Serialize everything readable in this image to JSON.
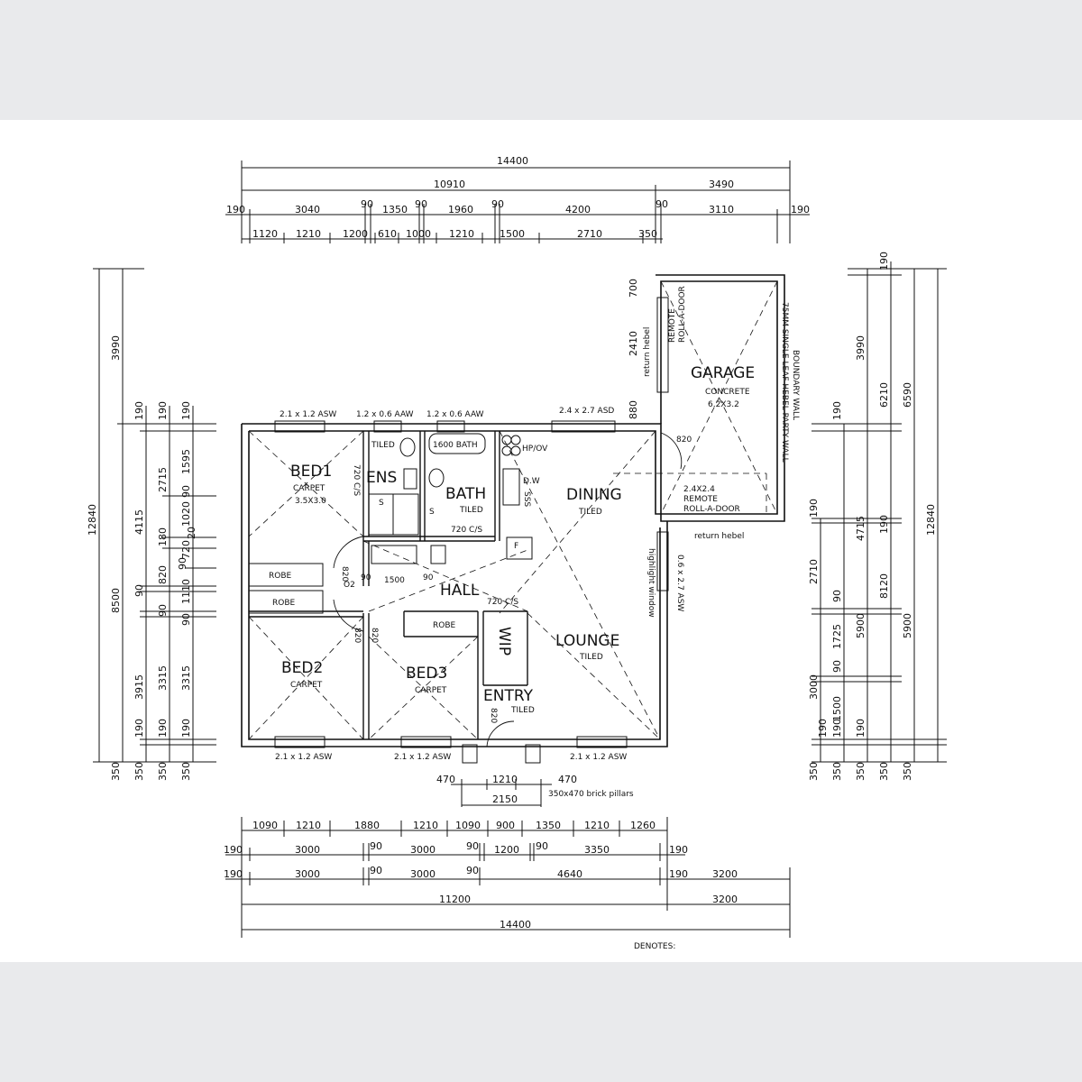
{
  "rooms": {
    "bed1": "BED1",
    "bed1_finish": "CARPET",
    "bed1_size": "3.5X3.0",
    "ens": "ENS",
    "ens_finish": "TILED",
    "bath": "BATH",
    "bath_finish": "TILED",
    "bath_fixture": "1600 BATH",
    "dining": "DINING",
    "dining_finish": "TILED",
    "garage": "GARAGE",
    "garage_finish": "CONCRETE",
    "garage_size": "6.2X3.2",
    "hall": "HALL",
    "lounge": "LOUNGE",
    "lounge_finish": "TILED",
    "bed2": "BED2",
    "bed2_finish": "CARPET",
    "bed3": "BED3",
    "bed3_finish": "CARPET",
    "entry": "ENTRY",
    "entry_finish": "TILED",
    "wip": "WIP",
    "robe": "ROBE"
  },
  "labels": {
    "hp_ov": "HP/OV",
    "dw": "D.W",
    "sss": "SSS",
    "fridge": "F",
    "cs1": "720 C/S",
    "cs2": "720 C/S",
    "cs3": "720 C/S",
    "door_820": "820",
    "door_1500": "1500",
    "door_90": "90",
    "door_o2": "O2",
    "shower": "S",
    "remote1a": "REMOTE",
    "remote1b": "ROLL-A-DOOR",
    "return_hebel_v": "return hebel",
    "remote2a": "2.4X2.4",
    "remote2b": "REMOTE",
    "remote2c": "ROLL-A-DOOR",
    "return_hebel_h": "return hebel",
    "boundary1": "75MM SINGLE LEAF HEBEL PARTY WALL",
    "boundary2": "BOUNDARY WALL",
    "highlight": "highlight window",
    "win_side": "0.6 x 2.7 ASW",
    "win_bed1": "2.1 x 1.2 ASW",
    "win_ens": "1.2 x 0.6 AAW",
    "win_bath": "1.2 x 0.6 AAW",
    "win_asd": "2.4 x 2.7 ASD",
    "win_bed2": "2.1 x 1.2 ASW",
    "win_bed3": "2.1 x 1.2 ASW",
    "win_lounge": "2.1 x 1.2 ASW",
    "pillars": "350x470 brick pillars",
    "denotes": "DENOTES:"
  },
  "dims": {
    "top": [
      "14400",
      "10910",
      "3490",
      "190",
      "3040",
      "90",
      "1350",
      "90",
      "1960",
      "90",
      "4200",
      "90",
      "3110",
      "190",
      "1120",
      "1210",
      "1200",
      "610",
      "1000",
      "1210",
      "1500",
      "2710",
      "350"
    ],
    "bottom": [
      "1090",
      "1210",
      "1880",
      "1210",
      "1090",
      "900",
      "1350",
      "1210",
      "1260",
      "190",
      "3000",
      "90",
      "3000",
      "90",
      "1200",
      "90",
      "3350",
      "190",
      "190",
      "3000",
      "90",
      "3000",
      "90",
      "4640",
      "190",
      "3200",
      "11200",
      "3200",
      "14400"
    ],
    "entry": [
      "470",
      "1210",
      "470",
      "2150"
    ],
    "left": [
      "3990",
      "12840",
      "8500",
      "4115",
      "3915",
      "190",
      "190",
      "190",
      "2715",
      "1595",
      "180",
      "820",
      "90",
      "90",
      "3315",
      "3315",
      "190",
      "190",
      "190",
      "1020",
      "90",
      "720",
      "20",
      "90",
      "1110",
      "90",
      "350",
      "350",
      "350",
      "350"
    ],
    "right": [
      "190",
      "3990",
      "6210",
      "6590",
      "12840",
      "190",
      "4715",
      "190",
      "2710",
      "90",
      "8120",
      "1725",
      "90",
      "190",
      "5900",
      "5900",
      "3000",
      "1500",
      "190",
      "190",
      "190",
      "350",
      "350",
      "350",
      "350",
      "350"
    ],
    "garage": [
      "700",
      "2410",
      "880",
      "820"
    ]
  }
}
